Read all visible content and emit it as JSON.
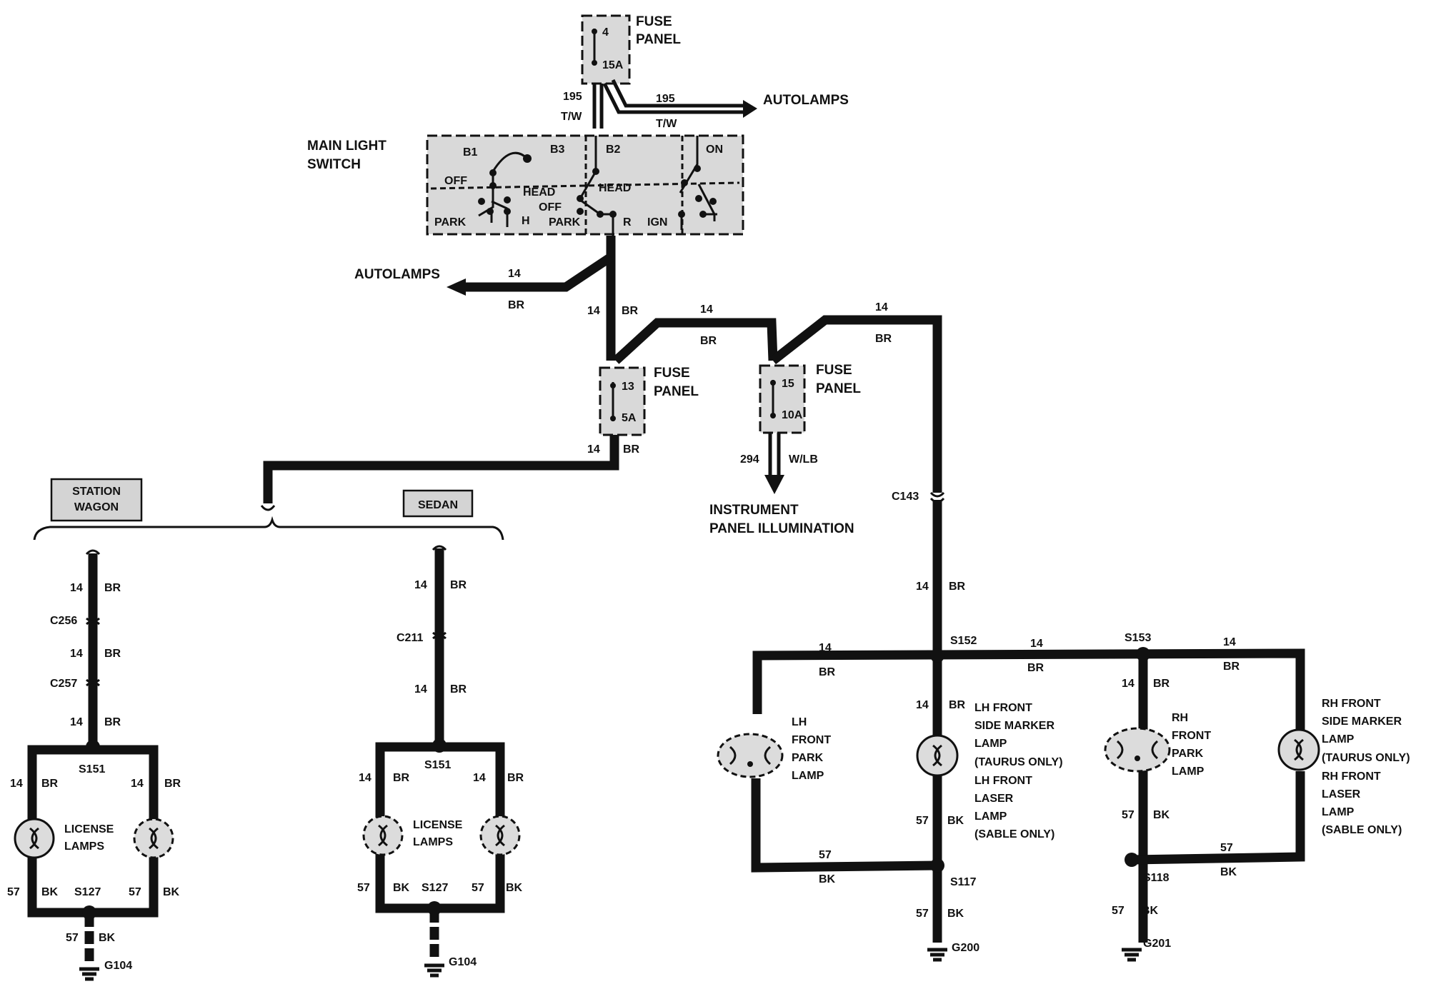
{
  "fuse_top": {
    "title_line1": "FUSE",
    "title_line2": "PANEL",
    "fuse_no": "4",
    "rating": "15A"
  },
  "fuse_13": {
    "title_line1": "FUSE",
    "title_line2": "PANEL",
    "fuse_no": "13",
    "rating": "5A"
  },
  "fuse_15": {
    "title_line1": "FUSE",
    "title_line2": "PANEL",
    "fuse_no": "15",
    "rating": "10A"
  },
  "switch": {
    "label_line1": "MAIN LIGHT",
    "label_line2": "SWITCH",
    "b1": "B1",
    "b3": "B3",
    "b2": "B2",
    "on": "ON",
    "off1": "OFF",
    "head1": "HEAD",
    "head2": "HEAD",
    "off2": "OFF",
    "park1": "PARK",
    "h": "H",
    "park2": "PARK",
    "r": "R",
    "ign": "IGN"
  },
  "autolamps_right": {
    "label": "AUTOLAMPS",
    "circuit": "195",
    "color": "T/W"
  },
  "feed_195": {
    "circuit": "195",
    "color": "T/W"
  },
  "autolamps_left": {
    "label": "AUTOLAMPS",
    "gauge": "14",
    "color": "BR"
  },
  "wires": {
    "g14": "14",
    "br": "BR",
    "g57": "57",
    "bk": "BK"
  },
  "ipi": {
    "circuit": "294",
    "color": "W/LB",
    "label_line1": "INSTRUMENT",
    "label_line2": "PANEL ILLUMINATION"
  },
  "variants": {
    "station_wagon_l1": "STATION",
    "station_wagon_l2": "WAGON",
    "sedan": "SEDAN"
  },
  "wagon": {
    "c1": "C256",
    "c2": "C257",
    "splice_top": "S151",
    "splice_bottom": "S127",
    "ground": "G104",
    "lamps_l1": "LICENSE",
    "lamps_l2": "LAMPS"
  },
  "sedan": {
    "c1": "C211",
    "splice_top": "S151",
    "splice_bottom": "S127",
    "ground": "G104",
    "lamps_l1": "LICENSE",
    "lamps_l2": "LAMPS"
  },
  "front": {
    "c143": "C143",
    "s152": "S152",
    "s153": "S153",
    "s117": "S117",
    "s118": "S118",
    "g200": "G200",
    "g201": "G201",
    "lh_park": [
      "LH",
      "FRONT",
      "PARK",
      "LAMP"
    ],
    "lh_side": [
      "LH FRONT",
      "SIDE MARKER",
      "LAMP",
      "(TAURUS ONLY)",
      "LH FRONT",
      "LASER",
      "LAMP",
      "(SABLE ONLY)"
    ],
    "rh_park": [
      "RH",
      "FRONT",
      "PARK",
      "LAMP"
    ],
    "rh_side": [
      "RH FRONT",
      "SIDE MARKER",
      "LAMP",
      "(TAURUS ONLY)",
      "RH FRONT",
      "LASER",
      "LAMP",
      "(SABLE ONLY)"
    ]
  }
}
